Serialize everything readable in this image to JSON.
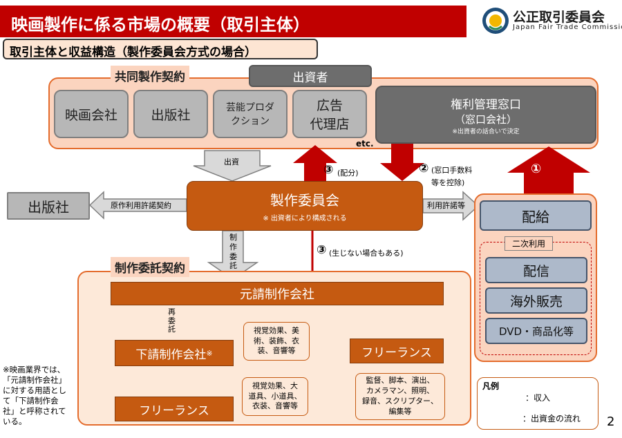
{
  "header": {
    "title": "映画製作に係る市場の概要（取引主体）",
    "logo_text": "公正取引委員会",
    "logo_sub": "Japan Fair Trade Commission",
    "subtitle": "取引主体と収益構造（製作委員会方式の場合）"
  },
  "joint": {
    "label": "共同製作契約",
    "investor": "出資者",
    "members": [
      "映画会社",
      "出版社",
      "芸能プロダ\nクション",
      "広告\n代理店"
    ],
    "etc": "etc.",
    "rights_title": "権利管理窓口",
    "rights_sub": "（窓口会社）",
    "rights_note": "※出資者の話合いで決定"
  },
  "center": {
    "committee": "製作委員会",
    "committee_note": "※ 出資者により構成される",
    "publisher": "出版社",
    "invest_label": "出資",
    "original_label": "原作利用許諾契約",
    "license_label": "利用許諾等",
    "dist3": "③",
    "dist3_text": "(配分)",
    "fee2": "②",
    "fee2_text": "(窓口手数料\n等を控除)",
    "one": "①",
    "down3": "③",
    "down3_text": "(生じない場合もある)",
    "commission_small": "制\n作\n委\n託"
  },
  "production": {
    "label": "制作委託契約",
    "prime": "元請制作会社",
    "recommission": "再\n委\n託",
    "sub": "下請制作会社",
    "sub_mark": "※",
    "freelance_a": "フリーランス",
    "freelance_b": "フリーランス",
    "note_a": "視覚効果、美\n術、装飾、衣\n装、音響等",
    "note_b": "視覚効果、大\n道具、小道具、\n衣装、音響等",
    "note_c": "監督、脚本、演出、\nカメラマン、照明、\n録音、スクリプター、\n編集等"
  },
  "distribution": {
    "main": "配給",
    "secondary": "二次利用",
    "items": [
      "配信",
      "海外販売",
      "DVD・商品化等"
    ]
  },
  "footnote": "※映画業界では、\n「元請制作会社」\nに対する用語とし\nて「下請制作会\n社」と呼称されて\nいる。",
  "legend": {
    "title": "凡例",
    "income": "：収入",
    "flow": "：出資金の流れ"
  },
  "page_number": "2",
  "colors": {
    "title_red": "#c00000",
    "arrow_red": "#c00000",
    "orange": "#c55a11",
    "pink": "#fbd4bf",
    "blue_gray": "#adb9ca"
  }
}
